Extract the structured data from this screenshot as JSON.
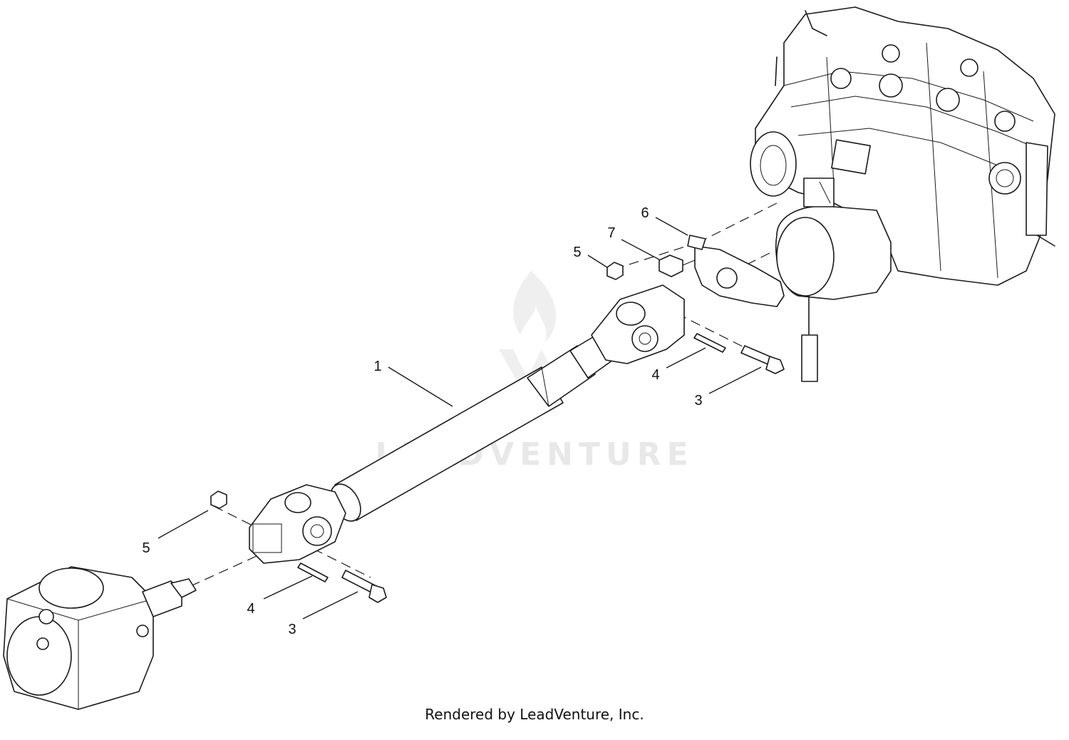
{
  "diagram": {
    "callouts": [
      {
        "id": "c1",
        "label": "1"
      },
      {
        "id": "c3a",
        "label": "3"
      },
      {
        "id": "c4a",
        "label": "4"
      },
      {
        "id": "c5a",
        "label": "5"
      },
      {
        "id": "c6",
        "label": "6"
      },
      {
        "id": "c7",
        "label": "7"
      },
      {
        "id": "c5b",
        "label": "5"
      },
      {
        "id": "c4b",
        "label": "4"
      },
      {
        "id": "c3b",
        "label": "3"
      }
    ],
    "watermark": "LEADVENTURE",
    "credit": "Rendered by LeadVenture, Inc."
  }
}
